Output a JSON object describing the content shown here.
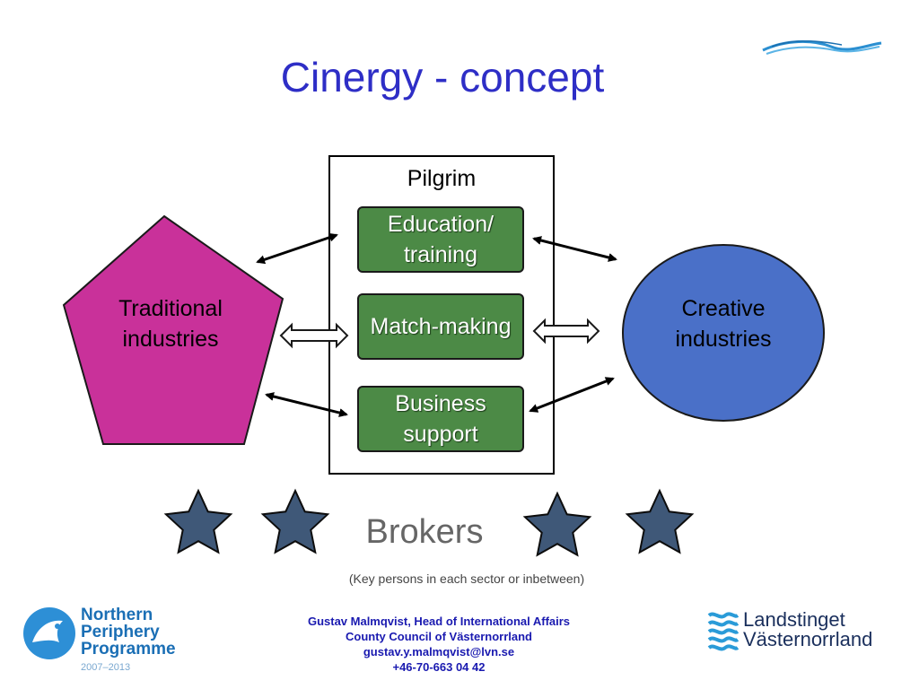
{
  "slide": {
    "title": "Cinergy - concept"
  },
  "diagram": {
    "pilgrim_label": "Pilgrim",
    "boxes": [
      {
        "line1": "Education/",
        "line2": "training"
      },
      {
        "line1": "Match-making",
        "line2": ""
      },
      {
        "line1": "Business",
        "line2": "support"
      }
    ],
    "traditional": {
      "line1": "Traditional",
      "line2": "industries"
    },
    "creative": {
      "line1": "Creative",
      "line2": "industries"
    },
    "brokers_label": "Brokers",
    "brokers_note": "(Key persons in each sector or inbetween)",
    "colors": {
      "pentagon": "#c9319a",
      "ellipse": "#4a70c8",
      "box": "#4c8a46",
      "star": "#3f5878",
      "title": "#2e2ec6"
    }
  },
  "footer": {
    "contact_lines": [
      "Gustav Malmqvist, Head of International Affairs",
      "County Council of Västernorrland",
      "gustav.y.malmqvist@lvn.se",
      "+46-70-663 04 42"
    ],
    "npp_logo": {
      "line1": "Northern",
      "line2": "Periphery",
      "line3": "Programme",
      "years": "2007–2013"
    },
    "landstinget_logo": {
      "line1": "Landstinget",
      "line2": "Västernorrland"
    }
  },
  "decorations": {
    "top_right": "wave-logo-icon",
    "npp_icon": "bird-icon",
    "landstinget_icon": "waves-emblem-icon"
  }
}
